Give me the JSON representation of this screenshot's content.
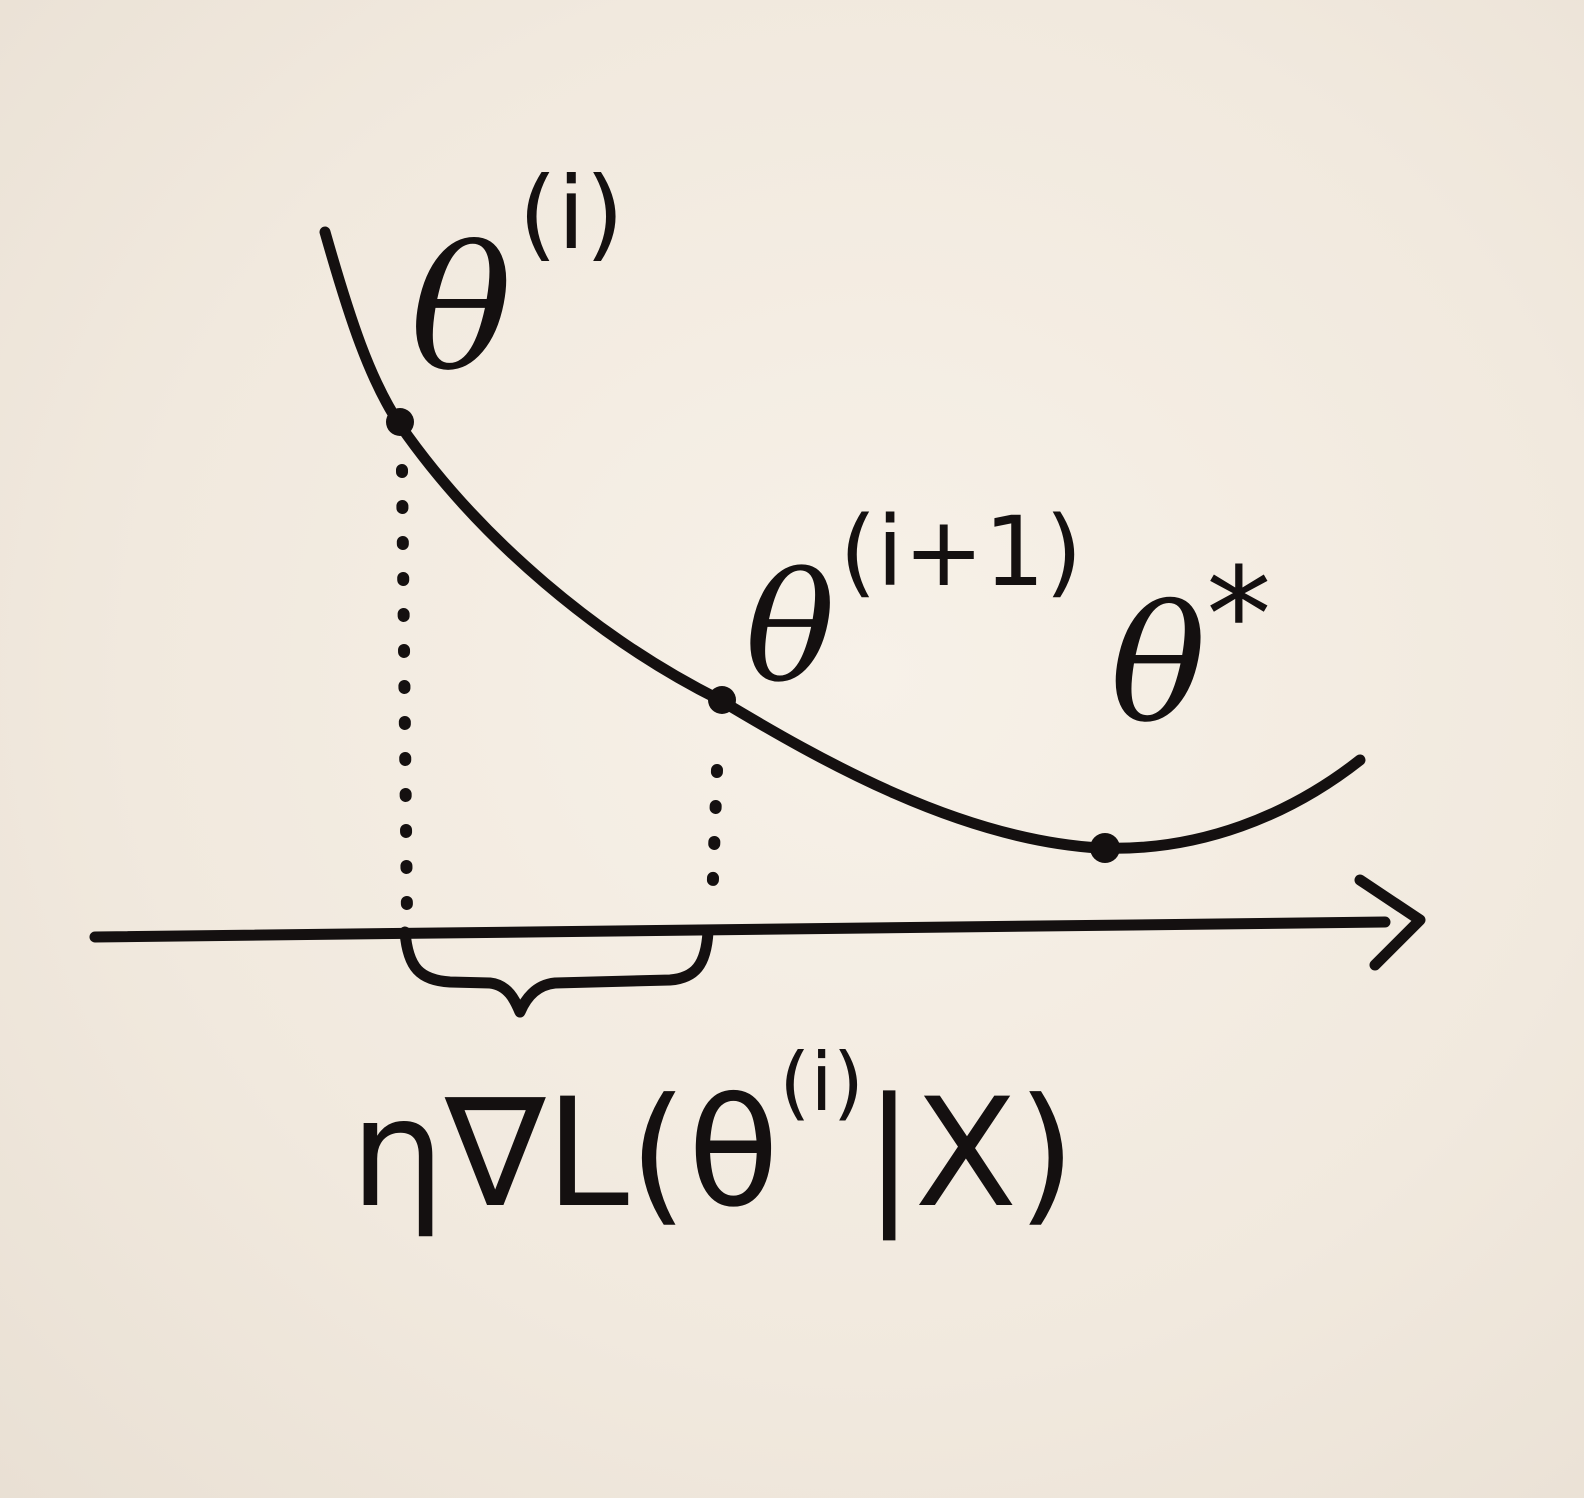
{
  "diagram": {
    "ink_color": "#141010",
    "paper_color": "#f3ece3",
    "labels": {
      "theta_i": {
        "base": "θ",
        "sup": "(i)"
      },
      "theta_i1": {
        "base": "θ",
        "sup": "(i+1)"
      },
      "theta_star": {
        "base": "θ",
        "sup": "*"
      },
      "step": {
        "prefix": "η∇L(θ",
        "sup": "(i)",
        "suffix": "|X)"
      }
    }
  }
}
